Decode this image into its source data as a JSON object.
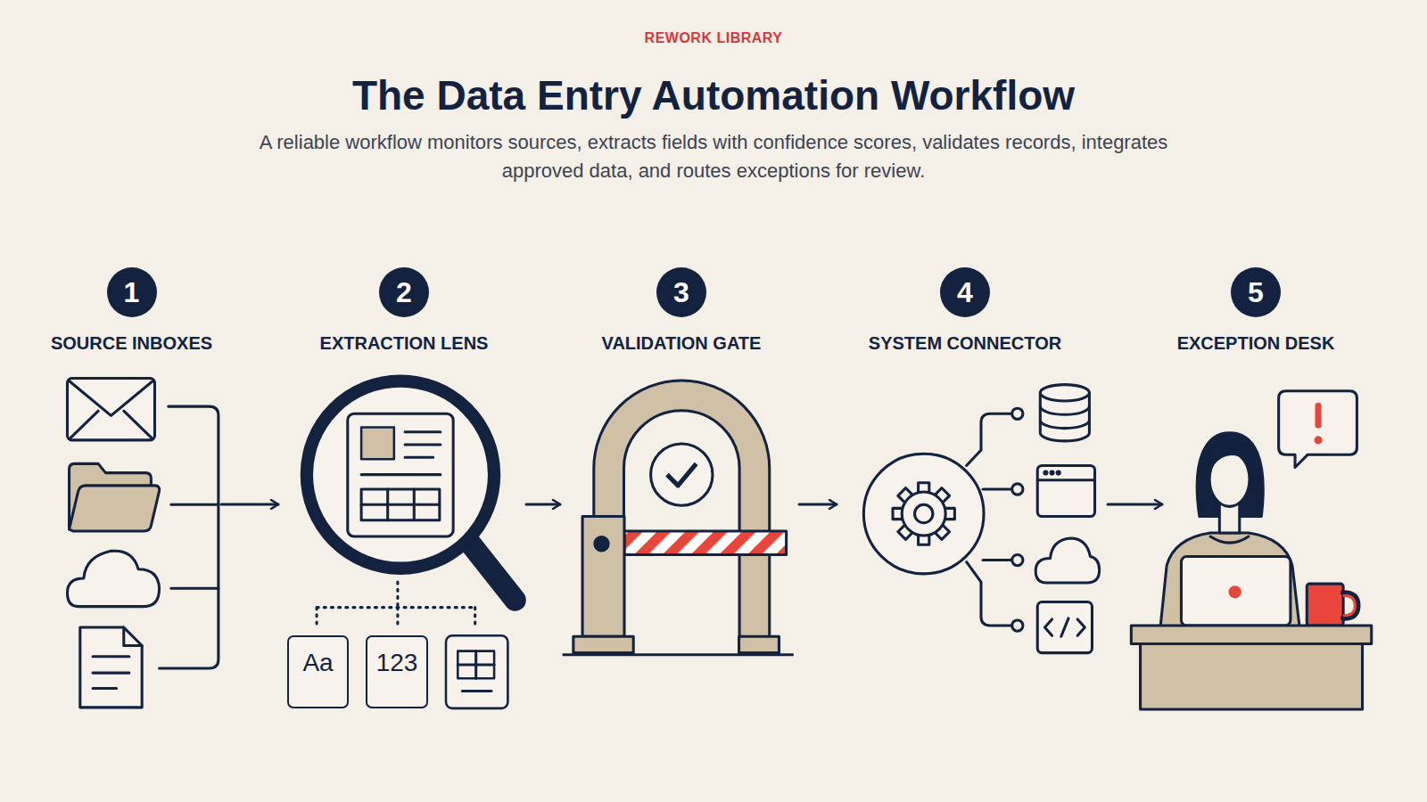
{
  "diagram": {
    "title": "The Data Entry Automation Workflow",
    "caption": "A reliable workflow monitors sources, extracts fields with confidence scores, validates records, integrates approved data, and routes exceptions for review.",
    "nodes": [
      {
        "text": [
          "1",
          "SOURCE INBOXES"
        ]
      },
      {
        "text": [
          "2",
          "EXTRACTION LENS"
        ]
      },
      {
        "text": [
          "3",
          "VALIDATION GATE"
        ]
      },
      {
        "text": [
          "4",
          "SYSTEM CONNECTOR"
        ]
      },
      {
        "text": [
          "5",
          "EXCEPTION DESK"
        ]
      },
      {
        "text": [
          "Aa"
        ],
        "in": 1
      },
      {
        "text": [
          "123"
        ],
        "in": 1
      }
    ],
    "edges": [
      {
        "from": 0,
        "to": 1,
        "arrow": "to"
      },
      {
        "from": 1,
        "to": 2,
        "arrow": "to"
      },
      {
        "from": 2,
        "to": 3,
        "arrow": "to"
      },
      {
        "from": 3,
        "to": 4,
        "arrow": "to"
      }
    ],
    "labels": [
      "REWORK LIBRARY"
    ]
  }
}
